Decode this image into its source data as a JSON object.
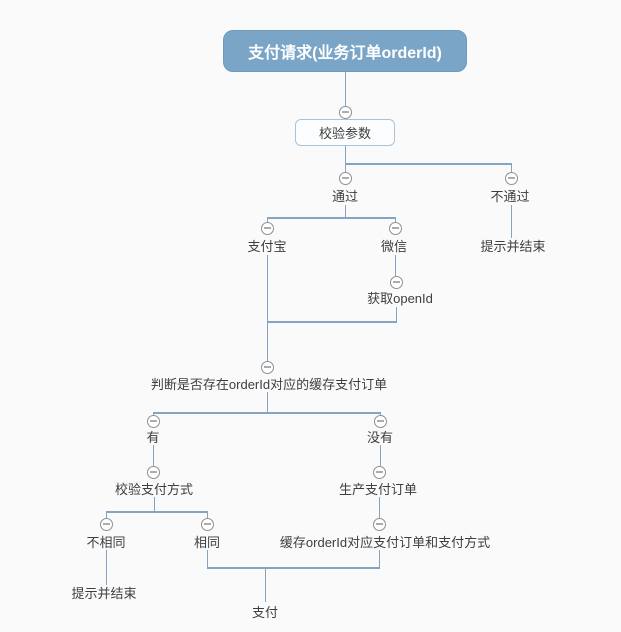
{
  "diagram": {
    "nodes": {
      "root": "支付请求(业务订单orderId)",
      "validate_params": "校验参数",
      "pass": "通过",
      "fail": "不通过",
      "fail_end": "提示并结束",
      "alipay": "支付宝",
      "wechat": "微信",
      "get_openid": "获取openId",
      "check_cache": "判断是否存在orderId对应的缓存支付订单",
      "has": "有",
      "has_not": "没有",
      "verify_pay_method": "校验支付方式",
      "create_pay_order": "生产支付订单",
      "not_same": "不相同",
      "same": "相同",
      "cache_store": "缓存orderId对应支付订单和支付方式",
      "not_same_end": "提示并结束",
      "pay": "支付"
    },
    "icons": {
      "collapse": "minus-circle"
    },
    "colors": {
      "root_fill": "#7aa5c6",
      "root_border": "#6d9bbd",
      "root_text": "#ffffff",
      "box_fill": "#fcfdfe",
      "box_border": "#a6c4da",
      "line": "#85a4c2",
      "text": "#3e3e3e",
      "collapse_border": "#8f8f8f",
      "collapse_dash": "#5a5a5a",
      "background": "#fafafa"
    }
  }
}
